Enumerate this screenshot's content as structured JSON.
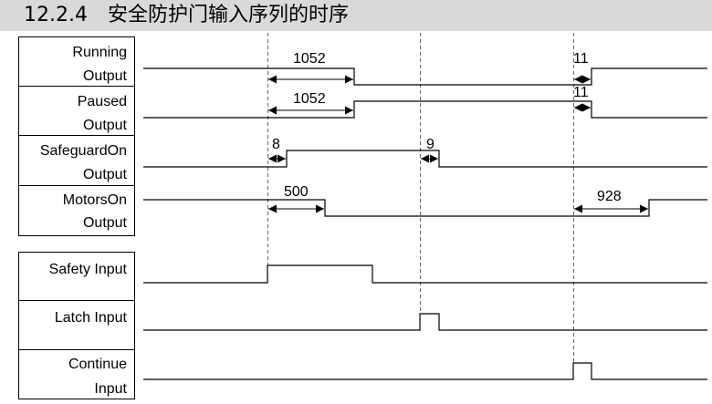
{
  "section": {
    "title": "12.2.4　安全防护门输入序列的时序"
  },
  "signals": [
    {
      "id": "running",
      "label_lines": [
        "Running",
        "Output"
      ]
    },
    {
      "id": "paused",
      "label_lines": [
        "Paused",
        "Output"
      ]
    },
    {
      "id": "safeguard",
      "label_lines": [
        "SafeguardOn",
        "Output"
      ]
    },
    {
      "id": "motors",
      "label_lines": [
        "MotorsOn",
        "Output"
      ]
    },
    {
      "id": "safety",
      "label_lines": [
        "Safety Input"
      ]
    },
    {
      "id": "latch",
      "label_lines": [
        "Latch Input"
      ]
    },
    {
      "id": "continue",
      "label_lines": [
        "Continue",
        "Input"
      ]
    }
  ],
  "timings": [
    {
      "id": "running-1052",
      "value": "1052"
    },
    {
      "id": "running-11",
      "value": "11"
    },
    {
      "id": "paused-1052",
      "value": "1052"
    },
    {
      "id": "paused-11",
      "value": "11"
    },
    {
      "id": "safeguard-8",
      "value": "8"
    },
    {
      "id": "safeguard-9",
      "value": "9"
    },
    {
      "id": "motors-500",
      "value": "500"
    },
    {
      "id": "motors-928",
      "value": "928"
    }
  ],
  "colors": {
    "header_bg": "#d9d9d9",
    "line": "#000000",
    "guide": "#666666"
  }
}
